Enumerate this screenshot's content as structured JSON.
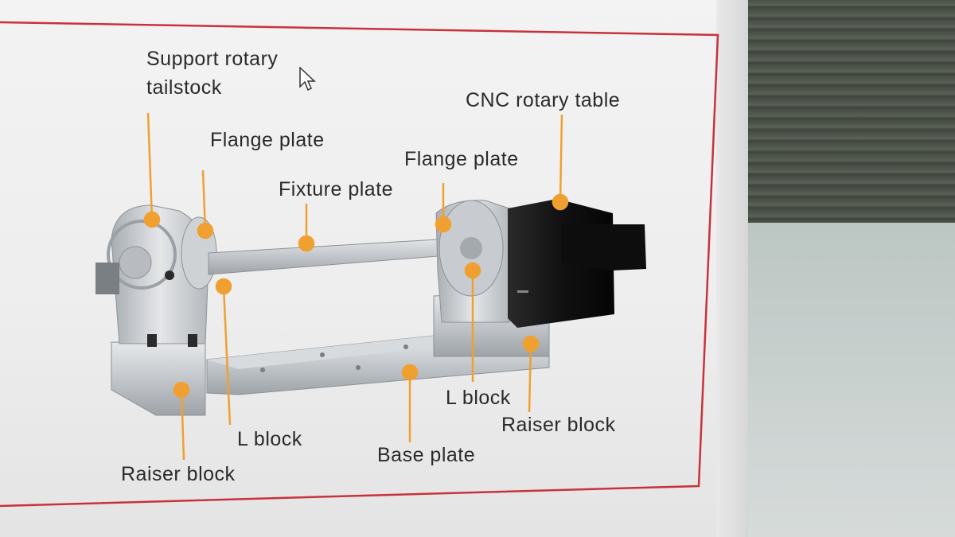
{
  "diagram": {
    "labels": {
      "support_rotary_tailstock_line1": "Support rotary",
      "support_rotary_tailstock_line2": "tailstock",
      "flange_plate_left": "Flange plate",
      "fixture_plate": "Fixture plate",
      "flange_plate_right": "Flange plate",
      "cnc_rotary_table": "CNC rotary table",
      "l_block_left": "L block",
      "l_block_right": "L block",
      "raiser_block_left": "Raiser block",
      "raiser_block_right": "Raiser block",
      "base_plate": "Base plate"
    },
    "colors": {
      "frame_border": "#c8323c",
      "callout": "#f0a030",
      "machine_dark": "#151515",
      "machine_metal": "#c8ccd0"
    }
  }
}
